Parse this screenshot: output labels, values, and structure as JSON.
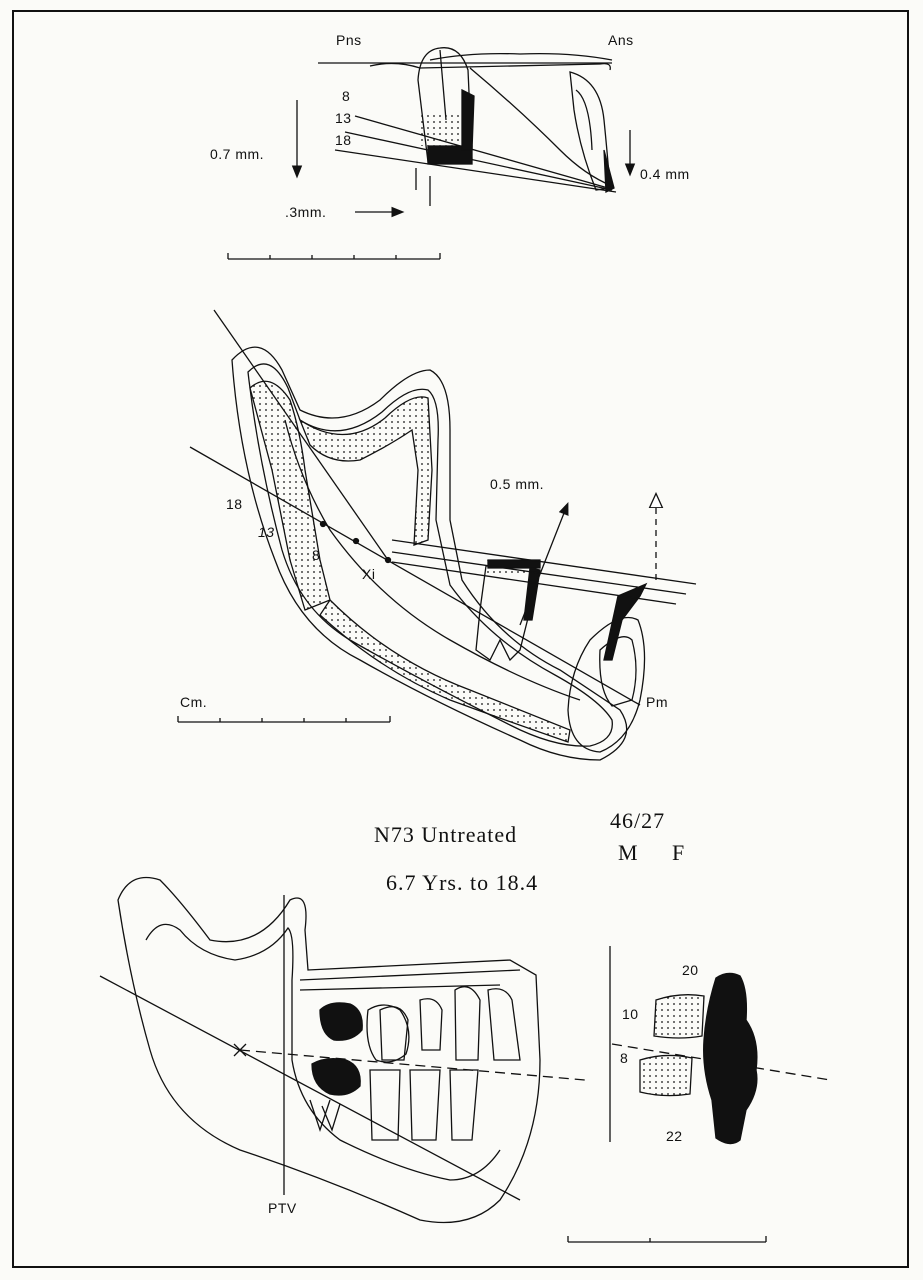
{
  "upper_panel": {
    "label_pns": "Pns",
    "label_ans": "Ans",
    "stage_8": "8",
    "stage_13": "13",
    "stage_18": "18",
    "measure_left": "0.7 mm.",
    "measure_right": "0.4 mm",
    "measure_horizontal": ".3mm."
  },
  "middle_panel": {
    "stage_18": "18",
    "stage_13": "13",
    "stage_8": "8",
    "label_xi": "Xi",
    "label_pm": "Pm",
    "measure": "0.5 mm.",
    "scale_label": "Cm."
  },
  "title": {
    "line1": "N73 Untreated",
    "line2": "6.7 Yrs. to 18.4",
    "ratio": "46/27",
    "sex_m": "M",
    "sex_f": "F"
  },
  "lower_panel": {
    "label_ptv": "PTV",
    "inset_20": "20",
    "inset_10": "10",
    "inset_8": "8",
    "inset_22": "22"
  },
  "colors": {
    "ink": "#111111",
    "paper": "#fbfbf8"
  }
}
